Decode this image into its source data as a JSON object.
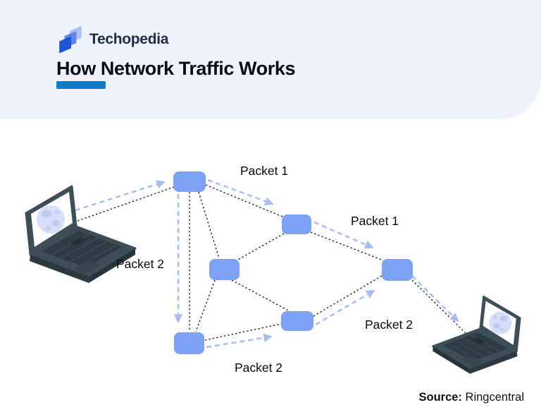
{
  "brand": {
    "logo_text": "Techopedia",
    "logo_icon": "techopedia-logo-icon"
  },
  "header": {
    "title": "How Network Traffic Works"
  },
  "diagram": {
    "labels": {
      "packet1_top": "Packet 1",
      "packet1_mid": "Packet 1",
      "packet2_left": "Packet 2",
      "packet2_bottom": "Packet 2",
      "packet2_right": "Packet 2"
    },
    "icons": {
      "left_endpoint": "laptop-icon",
      "right_endpoint": "laptop-icon",
      "node": "router-node-icon",
      "packet_path": "dashed-arrow-icon",
      "link": "dotted-line"
    }
  },
  "source": {
    "label": "Source:",
    "value": "Ringcentral"
  },
  "colors": {
    "header_bg": "#EEF2FB",
    "title_text": "#0B0D12",
    "title_underline": "#0F7CCB",
    "node_fill": "#7EA2F3",
    "packet_arrow": "#A8BDF2",
    "link_line": "#1A1A1A",
    "laptop_body": "#3E4E57",
    "laptop_screen_globe": "#C9D6F2",
    "logo_front": "#1E55D6",
    "logo_mid": "#5F85E6",
    "logo_back": "#AEBFF5"
  }
}
